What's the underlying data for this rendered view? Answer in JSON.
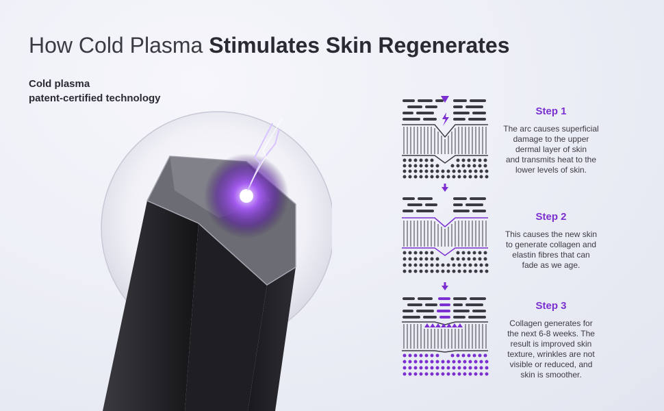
{
  "header": {
    "title_light": "How Cold Plasma",
    "title_bold": "Stimulates Skin Regenerates"
  },
  "subtitle": {
    "line1": "Cold plasma",
    "line2": "patent-certified technology"
  },
  "colors": {
    "accent": "#7b2fd1",
    "text": "#2b2b33",
    "device": "#1e1e22"
  },
  "steps": [
    {
      "title": "Step 1",
      "lines": [
        "The arc causes superficial",
        "damage to the upper",
        "dermal layer of skin",
        "and transmits heat to the",
        "lower levels of skin."
      ]
    },
    {
      "title": "Step 2",
      "lines": [
        "This causes the new skin",
        "to generate collagen and",
        "elastin fibres that can",
        "fade as we age."
      ]
    },
    {
      "title": "Step 3",
      "lines": [
        "Collagen generates for",
        "the next 6-8 weeks. The",
        "result is improved skin",
        "texture, wrinkles are not",
        "visible or reduced, and",
        "skin is smoother."
      ]
    }
  ]
}
